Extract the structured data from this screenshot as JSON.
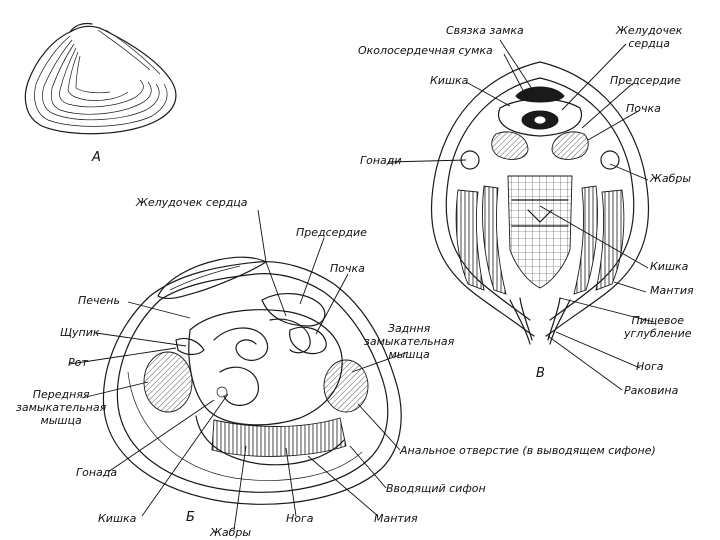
{
  "panels": {
    "a": "А",
    "b": "Б",
    "c": "В"
  },
  "labels_b": {
    "heart_ventricle": "Желудочек сердца",
    "atrium": "Предсердие",
    "kidney": "Почка",
    "liver": "Печень",
    "palp": "Щупик",
    "mouth": "Рот",
    "anterior_adductor": "Передняя\nзамыкательная\nмышца",
    "posterior_adductor": "Задння\nзамыкательная\nмышца",
    "gonad": "Гонада",
    "intestine": "Кишка",
    "gills": "Жабры",
    "foot": "Нога",
    "mantle": "Мантия",
    "incurrent_siphon": "Вводящий сифон",
    "anus": "Анальное отверстие (в выводящем сифоне)"
  },
  "labels_c": {
    "hinge_ligament": "Связка замка",
    "pericardium": "Околосердечная сумка",
    "heart_ventricle": "Желудочек\nсердца",
    "intestine_top": "Кишка",
    "atrium": "Предсердие",
    "kidney": "Почка",
    "gonads": "Гонади",
    "gills": "Жабры",
    "intestine": "Кишка",
    "mantle": "Мантия",
    "food_groove": "Пищевое\nуглубление",
    "foot": "Нога",
    "shell_valve": "Раковина"
  }
}
